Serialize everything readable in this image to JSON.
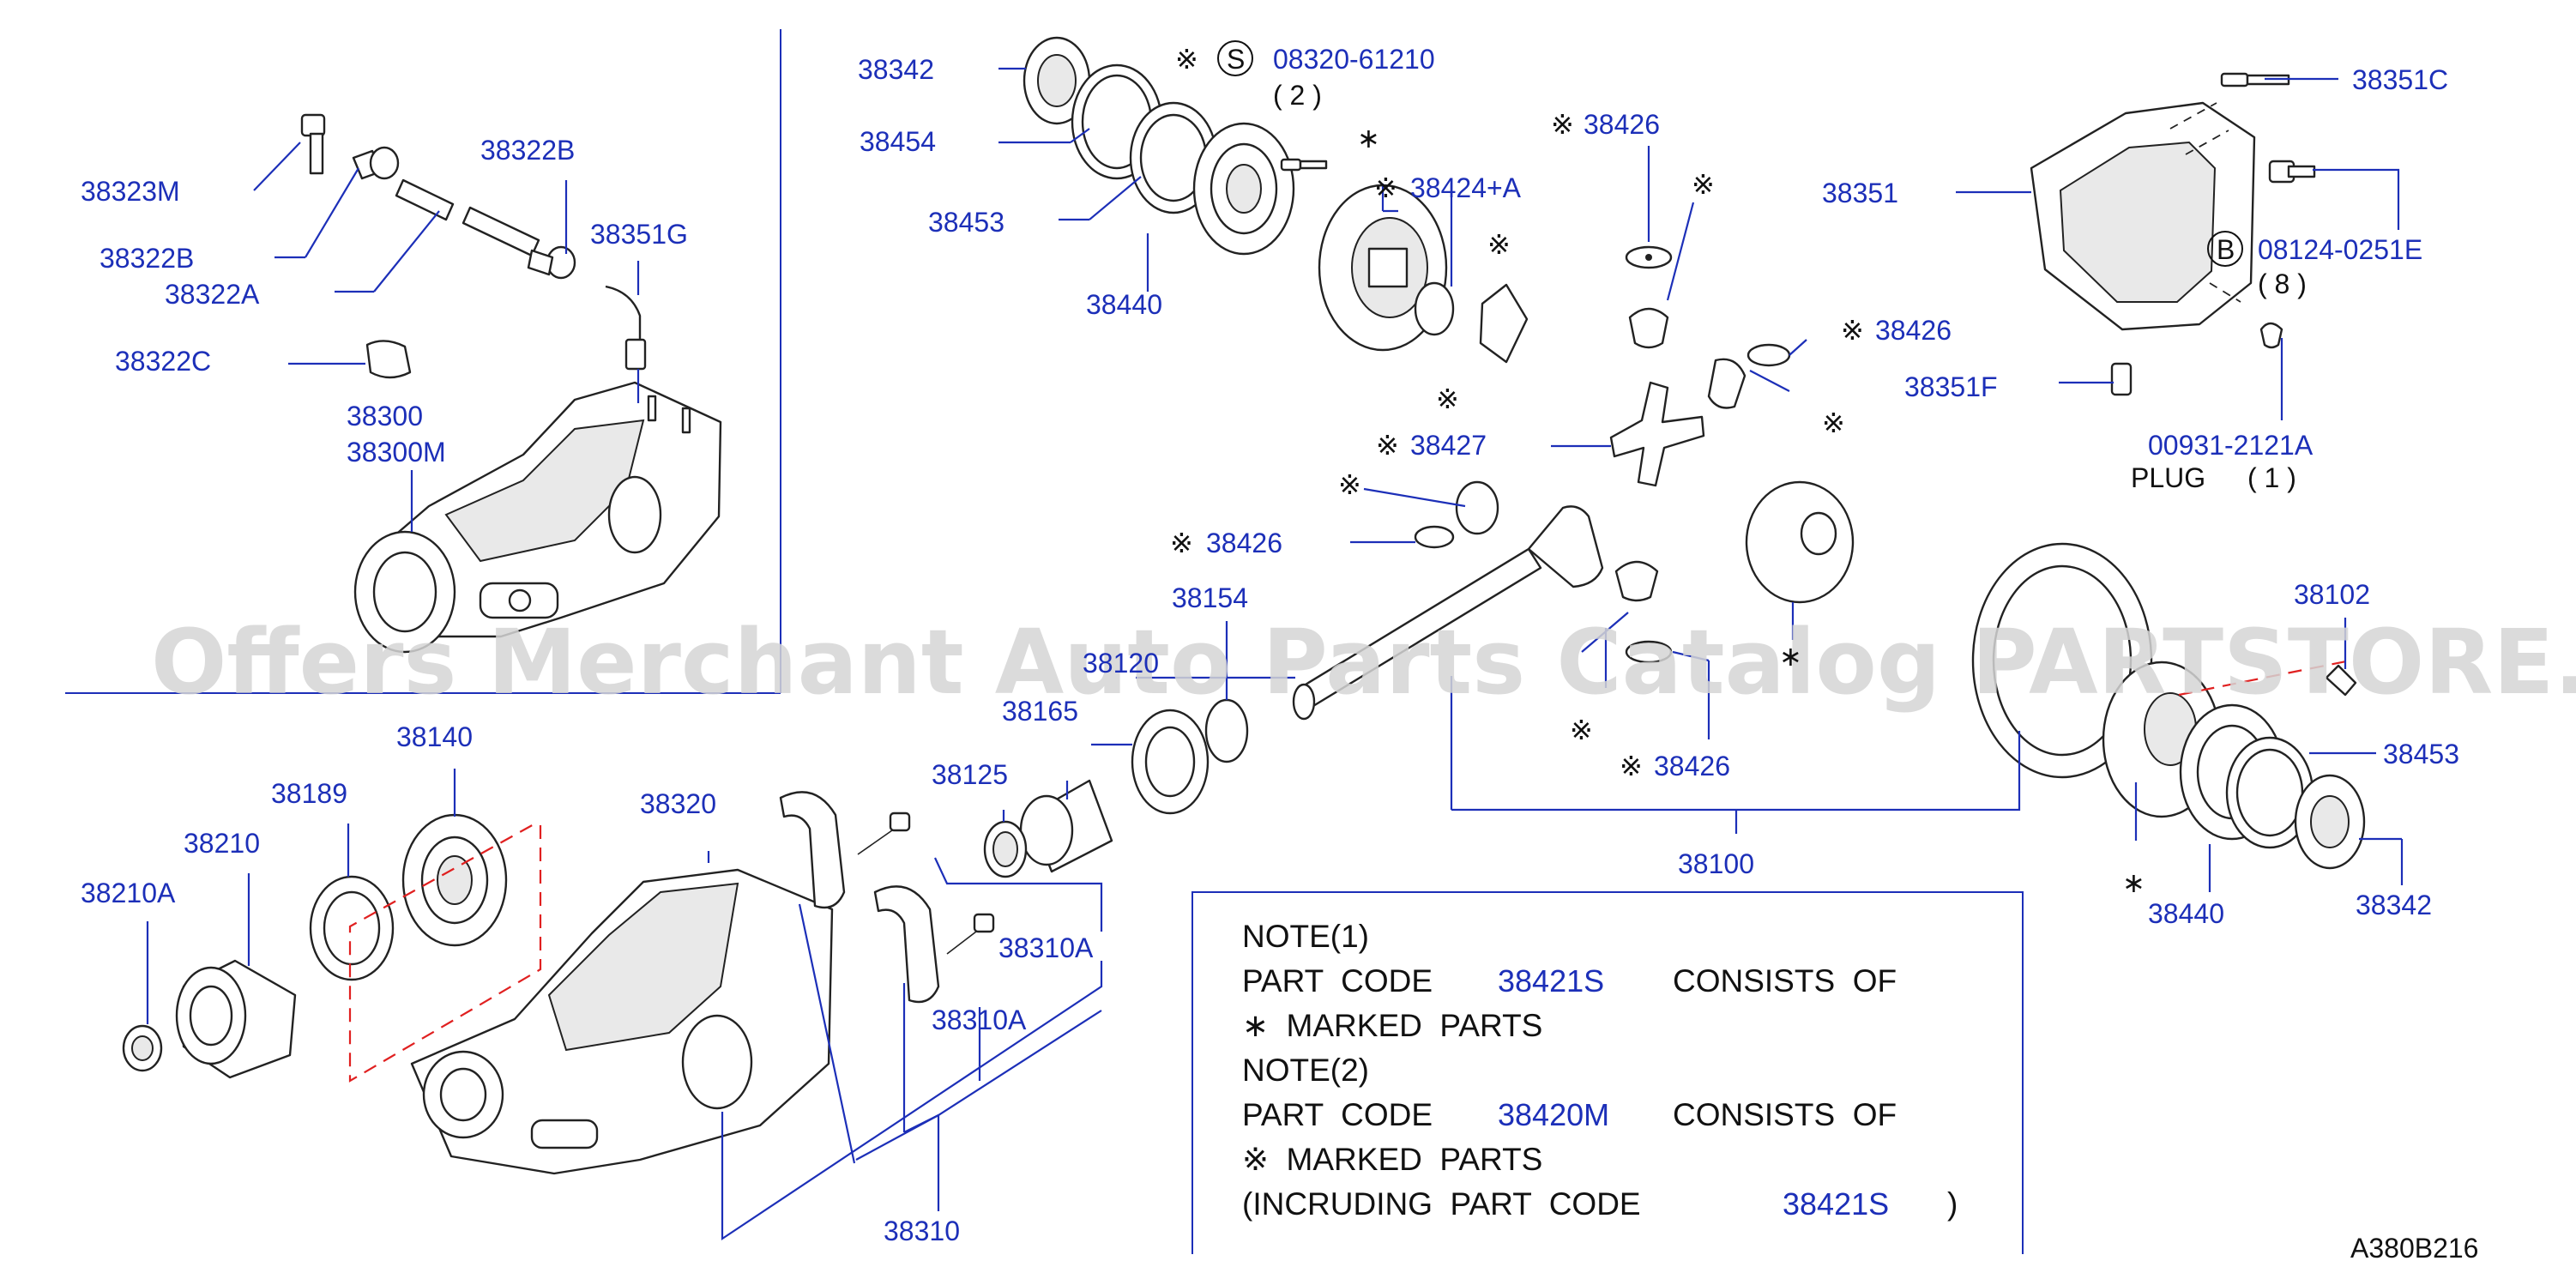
{
  "watermark": "Offers Merchant Auto Parts Catalog PARTSTORE.SA",
  "diagram_code": "A380B216",
  "mark_asterisk": "∗",
  "mark_ref": "※",
  "labels": {
    "p38342_top": "38342",
    "p38454": "38454",
    "p38453_top": "38453",
    "p38440_top": "38440",
    "bolt_code": "08320-61210",
    "bolt_qty": "( 2 )",
    "s_circle": "S",
    "p38424a": "38424+A",
    "p38426_a": "38426",
    "p38426_b": "38426",
    "p38426_c": "38426",
    "p38426_d": "38426",
    "p38427": "38427",
    "p38154": "38154",
    "p38120": "38120",
    "p38165": "38165",
    "p38125": "38125",
    "p38100": "38100",
    "p38351c": "38351C",
    "p38351": "38351",
    "b_circle": "B",
    "bolt2_code": "08124-0251E",
    "bolt2_qty": "( 8 )",
    "p38351f": "38351F",
    "plug_code": "00931-2121A",
    "plug_label": "PLUG",
    "plug_qty": "( 1 )",
    "p38102": "38102",
    "p38453_right": "38453",
    "p38440_right": "38440",
    "p38342_right": "38342",
    "p38323m": "38323M",
    "p38322b_a": "38322B",
    "p38322b_b": "38322B",
    "p38322a": "38322A",
    "p38351g": "38351G",
    "p38322c": "38322C",
    "p38300": "38300",
    "p38300m": "38300M",
    "p38140": "38140",
    "p38189": "38189",
    "p38210": "38210",
    "p38210a": "38210A",
    "p38320": "38320",
    "p38310a_a": "38310A",
    "p38310a_b": "38310A",
    "p38310": "38310"
  },
  "notes": {
    "note1_title": "NOTE(1)",
    "note1_prefix": "PART  CODE",
    "note1_code": "38421S",
    "note1_suffix": "CONSISTS  OF",
    "note1_line2": "∗  MARKED  PARTS",
    "note2_title": "NOTE(2)",
    "note2_prefix": "PART  CODE",
    "note2_code": "38420M",
    "note2_suffix": "CONSISTS  OF",
    "note2_line2": "※  MARKED  PARTS",
    "note2_line3_prefix": "(INCRUDING  PART  CODE",
    "note2_line3_code": "38421S",
    "note2_line3_suffix": ")"
  }
}
